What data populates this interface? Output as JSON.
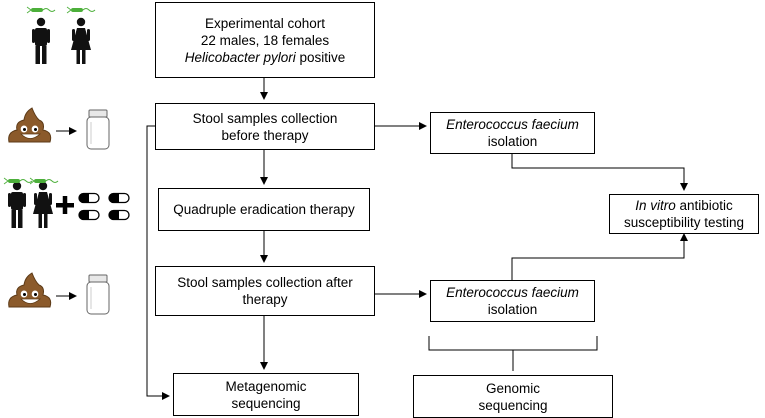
{
  "boxes": {
    "cohort": {
      "line1": "Experimental cohort",
      "line2": "22 males, 18 females",
      "line3_italic": "Helicobacter pylori",
      "line3_rest": " positive"
    },
    "stool_before": {
      "line1": "Stool samples collection",
      "line2": "before therapy"
    },
    "quadruple": {
      "line1": "Quadruple eradication therapy"
    },
    "stool_after": {
      "line1": "Stool samples collection after",
      "line2": "therapy"
    },
    "metagenomic": {
      "line1": "Metagenomic",
      "line2": "sequencing"
    },
    "efaecium_before": {
      "line1_italic": "Enterococcus faecium",
      "line2": "isolation"
    },
    "efaecium_after": {
      "line1_italic": "Enterococcus faecium",
      "line2": "isolation"
    },
    "antibiotic": {
      "line1_italic": "In vitro",
      "line1_rest": " antibiotic",
      "line2": "susceptibility testing"
    },
    "genomic": {
      "line1": "Genomic",
      "line2": "sequencing"
    }
  },
  "colors": {
    "stroke": "#000000",
    "person": "#111111",
    "bacteria": "#4caf3a",
    "stool": "#8b5a2b",
    "stool_dark": "#5c3a17",
    "vial_stroke": "#666666"
  },
  "icons": [
    "male-person-icon",
    "female-person-icon",
    "stool-icon",
    "sample-vial-icon",
    "plus-icon",
    "pill-icon"
  ]
}
